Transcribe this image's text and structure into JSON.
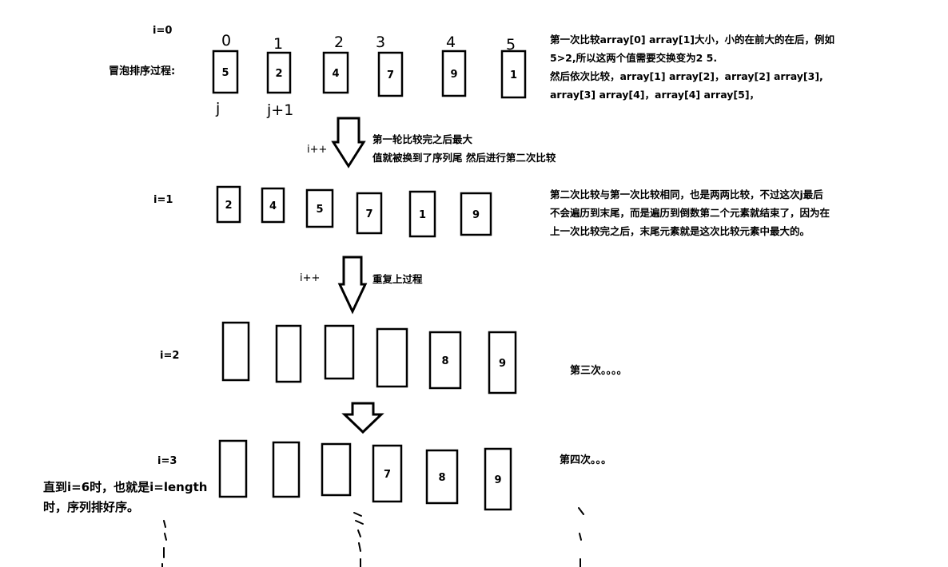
{
  "title": "冒泡排序过程:",
  "rows": [
    {
      "label": "i=0",
      "values": [
        "5",
        "2",
        "4",
        "7",
        "9",
        "1"
      ],
      "index_marks": [
        "0",
        "1",
        "2",
        "3",
        "4",
        "5"
      ],
      "pointers": [
        "j",
        "j+1"
      ],
      "note": [
        "第一次比较array[0] array[1]大小，小的在前大的在后，例如",
        "5>2,所以这两个值需要交换变为2 5.",
        "然后依次比较，array[1] array[2]，array[2] array[3],",
        "array[3] array[4]，array[4] array[5]，"
      ]
    },
    {
      "label": "i=1",
      "values": [
        "2",
        "4",
        "5",
        "7",
        "1",
        "9"
      ],
      "note": [
        "第二次比较与第一次比较相同，也是两两比较，不过这次j最后",
        "不会遍历到末尾，而是遍历到倒数第二个元素就结束了，因为在",
        "上一次比较完之后，末尾元素就是这次比较元素中最大的。"
      ]
    },
    {
      "label": "i=2",
      "values": [
        "",
        "",
        "",
        "",
        "8",
        "9"
      ],
      "note": "第三次。。。。"
    },
    {
      "label": "i=3",
      "values": [
        "",
        "",
        "",
        "7",
        "8",
        "9"
      ],
      "note": "第四次。。。"
    }
  ],
  "arrows": [
    {
      "label": "i++",
      "caption": [
        "第一轮比较完之后最大",
        "值就被换到了序列尾 然后进行第二次比较"
      ]
    },
    {
      "label": "i++",
      "caption": [
        "重复上过程"
      ]
    },
    {
      "label": "",
      "caption": []
    }
  ],
  "conclusion": [
    "直到i=6时，也就是i=length",
    "时，序列排好序。"
  ]
}
